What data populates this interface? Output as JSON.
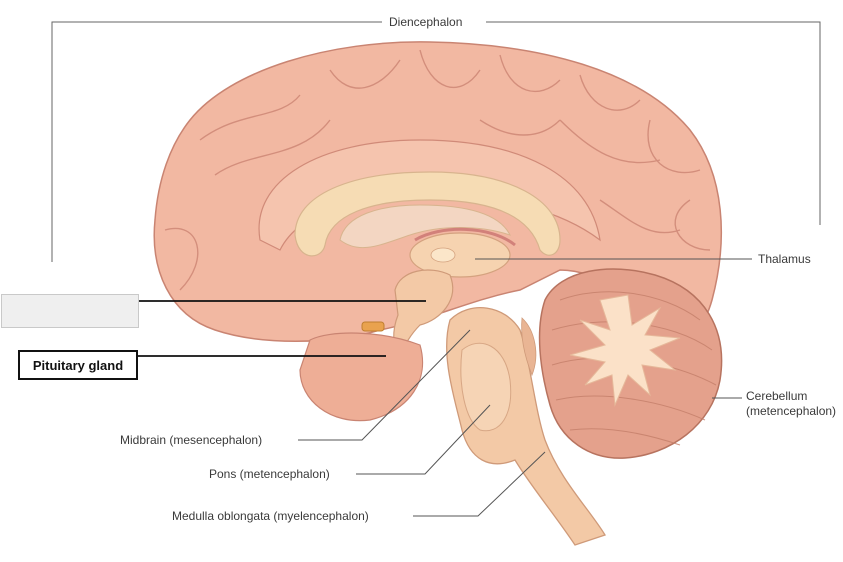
{
  "labels": {
    "diencephalon": "Diencephalon",
    "thalamus": "Thalamus",
    "cerebellum_line1": "Cerebellum",
    "cerebellum_line2": "(metencephalon)",
    "midbrain": "Midbrain (mesencephalon)",
    "pons": "Pons (metencephalon)",
    "medulla": "Medulla oblongata (myelencephalon)"
  },
  "answer_boxes": [
    {
      "text": ""
    },
    {
      "text": "Pituitary gland"
    }
  ],
  "colors": {
    "cortex": "#f2b8a2",
    "cortex_dark": "#d98d79",
    "corpus_callosum": "#f6dcb4",
    "brainstem": "#f3c9a6",
    "cerebellum": "#e4a18c",
    "arbor": "#fbe1c8",
    "leader": "#555555"
  }
}
